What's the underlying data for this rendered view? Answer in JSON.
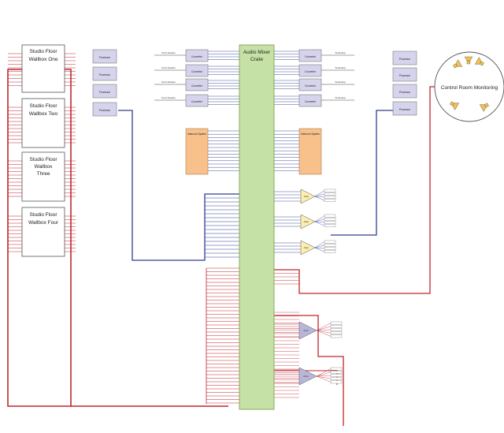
{
  "walls": [
    {
      "line1": "Studio Floor",
      "line2": "Wallbox One"
    },
    {
      "line1": "Studio Floor",
      "line2": "Wallbox Two"
    },
    {
      "line1": "Studio Floor",
      "line2": "Wallbox",
      "line3": "Three"
    },
    {
      "line1": "Studio Floor",
      "line2": "Wallbox Four"
    }
  ],
  "crate": {
    "line1": "Audio Mixer",
    "line2": "Crate"
  },
  "monitoring": {
    "label": "Control Room Monitoring"
  },
  "tiny": {
    "left_proc": "Processor",
    "converter": "Converter",
    "intercom": "Intercom System",
    "amp": "Amp",
    "from": "From Source",
    "to": "To Source"
  },
  "colors": {
    "red": "#c0262d",
    "blue": "#2e3f8f",
    "crate": "#c5e1a5",
    "crate_border": "#7a9a4a",
    "orange": "#f8c08a",
    "lavender": "#d6d3ec",
    "amp_yellow": "#fbeeb0",
    "amp_purple": "#b9b6d9"
  }
}
